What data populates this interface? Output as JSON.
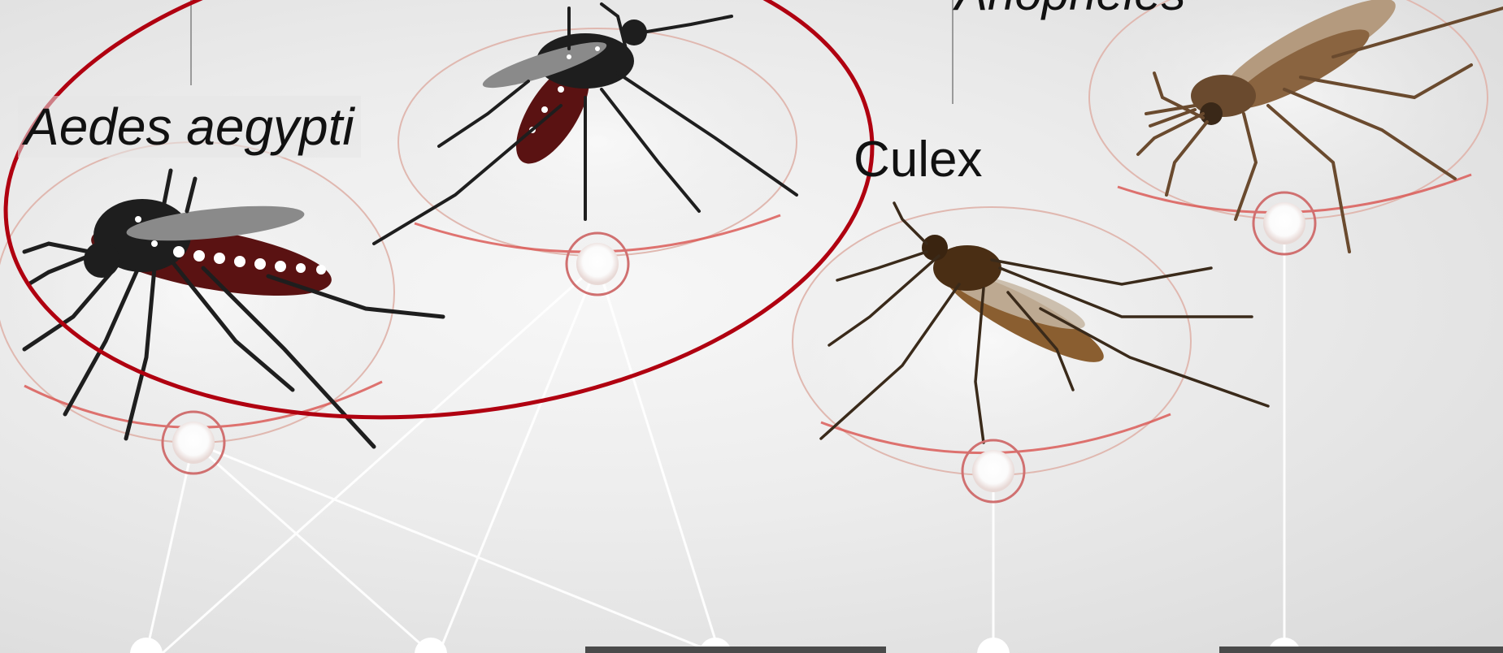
{
  "labels": {
    "aedes": "Aedes aegypti",
    "culex": "Culex",
    "anopheles": "Anopheles"
  },
  "colors": {
    "highlight_circle": "#b00010",
    "stand_ring": "#d9534f",
    "connector_line": "#ffffff",
    "aedes_body": "#1e1e1e",
    "aedes_abdomen": "#5a1212",
    "culex_body": "#5a3a1e",
    "anopheles_body": "#7a5a3a"
  },
  "icons": [
    "mosquito-aedes-icon",
    "mosquito-aedes-alt-icon",
    "mosquito-culex-icon",
    "mosquito-anopheles-icon",
    "node-circle-icon"
  ]
}
